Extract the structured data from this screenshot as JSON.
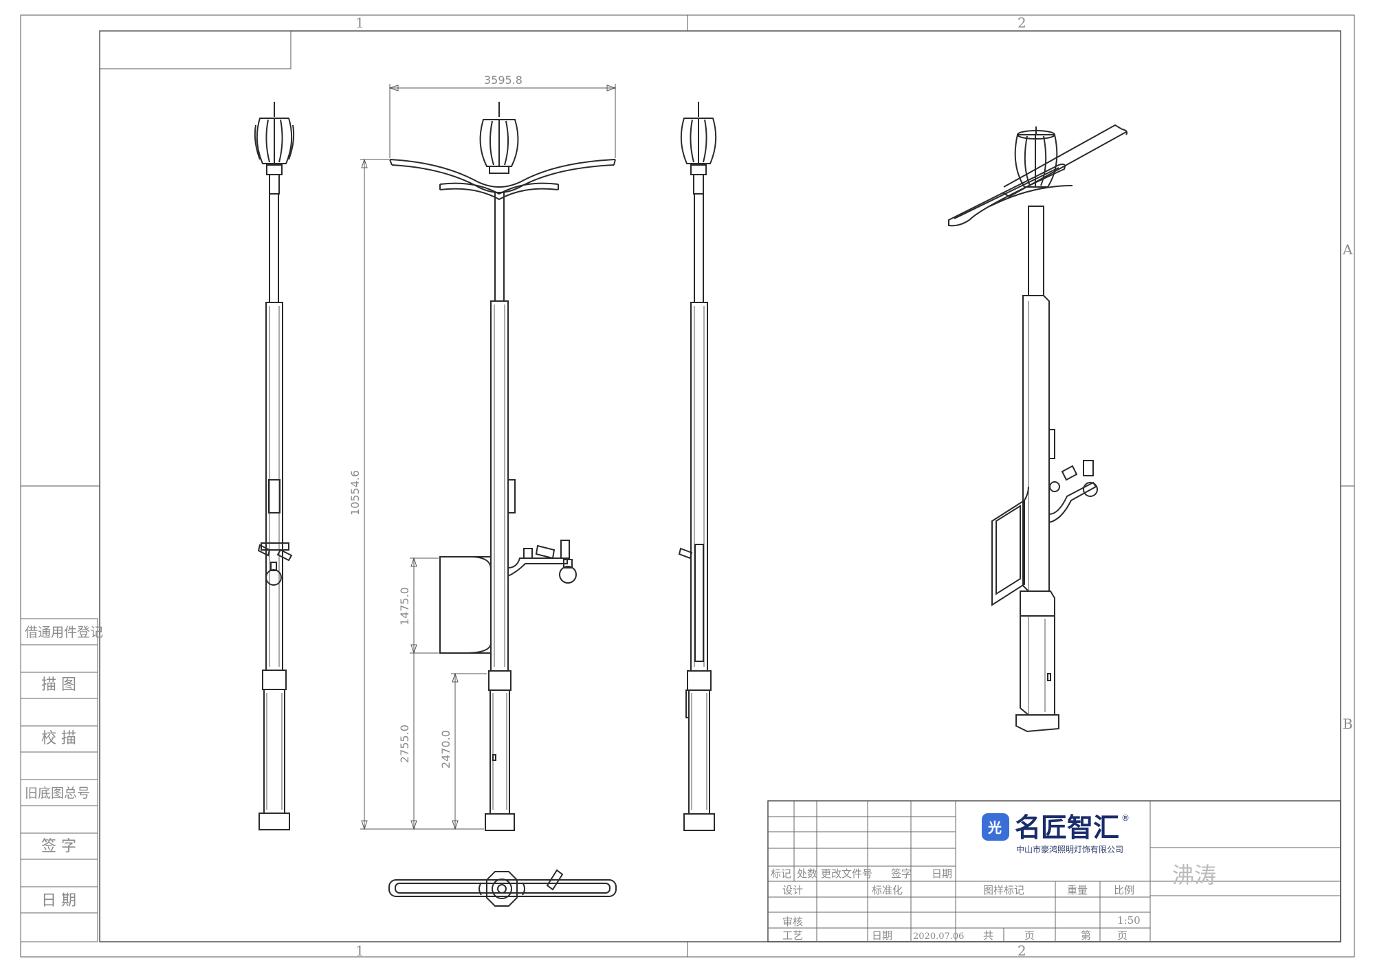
{
  "border_zones": {
    "top": [
      "1",
      "2"
    ],
    "bottom": [
      "1",
      "2"
    ],
    "right": [
      "A",
      "B"
    ]
  },
  "side_column": [
    "借通用件登记",
    "描 图",
    "校 描",
    "旧底图总号",
    "签 字",
    "日 期"
  ],
  "dimensions": {
    "top_width": "3595.8",
    "total_height": "10554.6",
    "box_height": "1475.0",
    "lower_height": "2755.0",
    "base_height": "2470.0"
  },
  "title_block": {
    "headers": [
      "标记",
      "处数",
      "更改文件号",
      "签字",
      "日期"
    ],
    "design": "设计",
    "standardization": "标准化",
    "review": "审核",
    "process": "工艺",
    "date_label": "日期",
    "date_value": "2020.07.06",
    "drawing_mark": "图样标记",
    "weight": "重量",
    "scale": "比例",
    "scale_value": "1:50",
    "total": "共",
    "page_unit": "页",
    "nth": "第",
    "signature": "沸涛",
    "brand_badge": "光",
    "brand_name": "名匠智汇",
    "registered_mark": "®",
    "company": "中山市豪鸿照明灯饰有限公司",
    "brand_color": "#1a2c6b",
    "badge_color": "#3b6fd8"
  }
}
